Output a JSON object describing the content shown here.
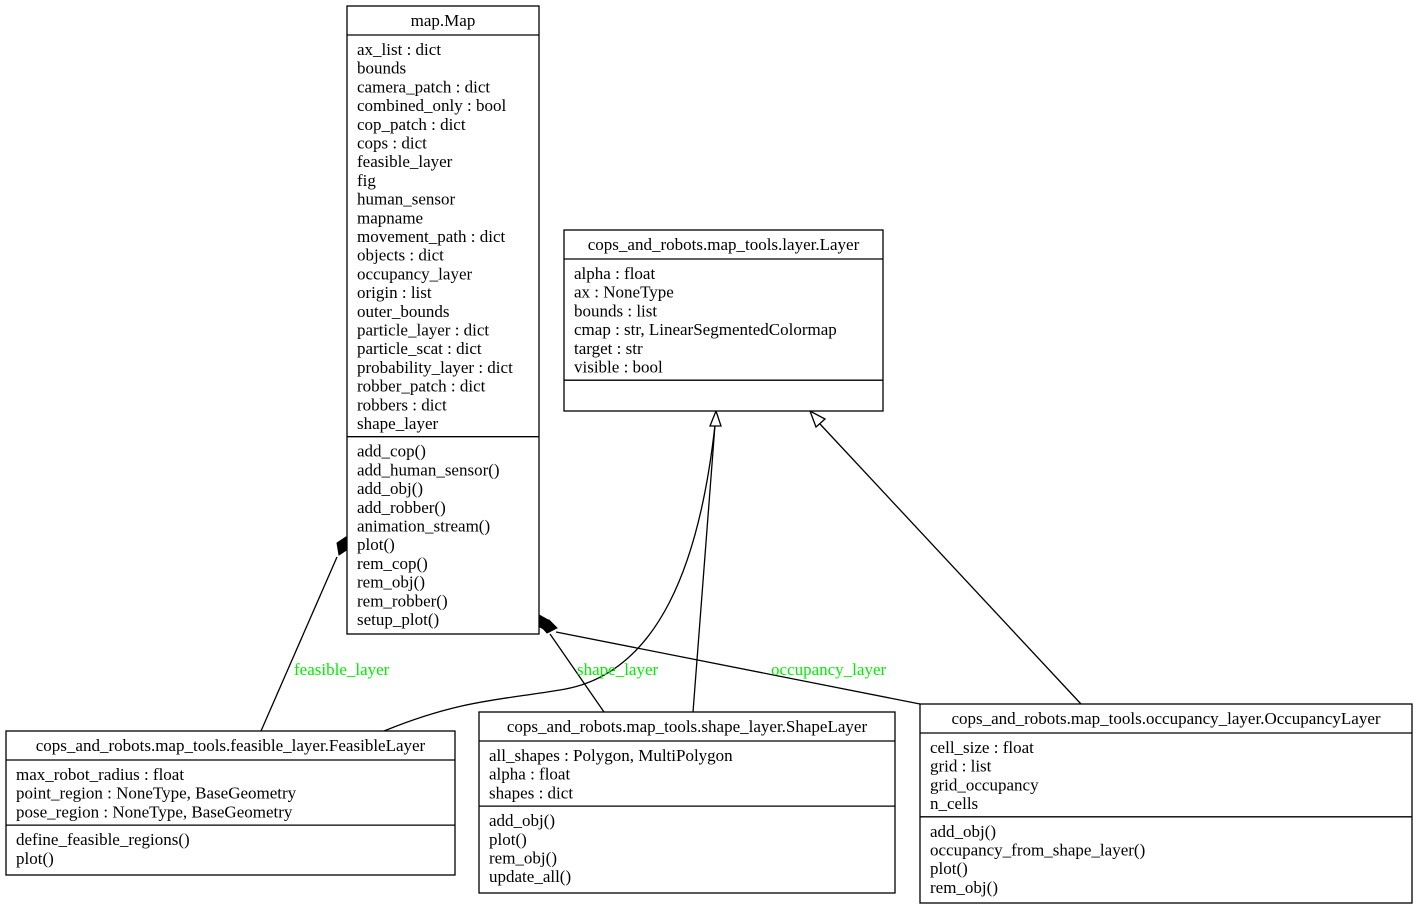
{
  "classes": {
    "map": {
      "name": "map.Map",
      "attributes": [
        "ax_list : dict",
        "bounds",
        "camera_patch : dict",
        "combined_only : bool",
        "cop_patch : dict",
        "cops : dict",
        "feasible_layer",
        "fig",
        "human_sensor",
        "mapname",
        "movement_path : dict",
        "objects : dict",
        "occupancy_layer",
        "origin : list",
        "outer_bounds",
        "particle_layer : dict",
        "particle_scat : dict",
        "probability_layer : dict",
        "robber_patch : dict",
        "robbers : dict",
        "shape_layer"
      ],
      "methods": [
        "add_cop()",
        "add_human_sensor()",
        "add_obj()",
        "add_robber()",
        "animation_stream()",
        "plot()",
        "rem_cop()",
        "rem_obj()",
        "rem_robber()",
        "setup_plot()"
      ]
    },
    "layer": {
      "name": "cops_and_robots.map_tools.layer.Layer",
      "attributes": [
        "alpha : float",
        "ax : NoneType",
        "bounds : list",
        "cmap : str, LinearSegmentedColormap",
        "target : str",
        "visible : bool"
      ],
      "methods": []
    },
    "feasible": {
      "name": "cops_and_robots.map_tools.feasible_layer.FeasibleLayer",
      "attributes": [
        "max_robot_radius : float",
        "point_region : NoneType, BaseGeometry",
        "pose_region : NoneType, BaseGeometry"
      ],
      "methods": [
        "define_feasible_regions()",
        "plot()"
      ]
    },
    "shape": {
      "name": "cops_and_robots.map_tools.shape_layer.ShapeLayer",
      "attributes": [
        "all_shapes : Polygon, MultiPolygon",
        "alpha : float",
        "shapes : dict"
      ],
      "methods": [
        "add_obj()",
        "plot()",
        "rem_obj()",
        "update_all()"
      ]
    },
    "occupancy": {
      "name": "cops_and_robots.map_tools.occupancy_layer.OccupancyLayer",
      "attributes": [
        "cell_size : float",
        "grid : list",
        "grid_occupancy",
        "n_cells"
      ],
      "methods": [
        "add_obj()",
        "occupancy_from_shape_layer()",
        "plot()",
        "rem_obj()"
      ]
    }
  },
  "edge_labels": {
    "feasible_layer": "feasible_layer",
    "shape_layer": "shape_layer",
    "occupancy_layer": "occupancy_layer"
  },
  "colors": {
    "edge_label": "#00ee00",
    "line": "#000000"
  }
}
